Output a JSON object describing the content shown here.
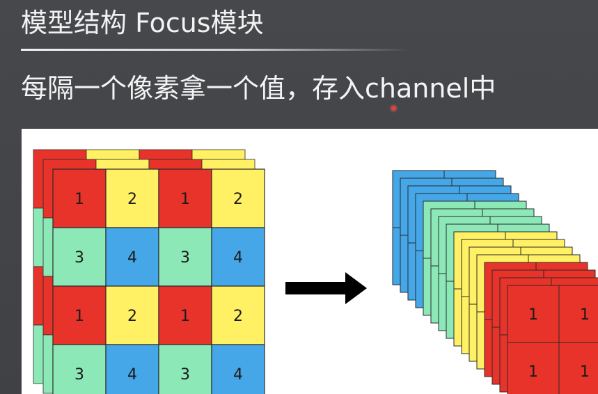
{
  "slide": {
    "title": "模型结构 Focus模块",
    "subtitle": "每隔一个像素拿一个值，存入channel中"
  },
  "colors": {
    "red": "#e8332a",
    "yellow": "#fff064",
    "green": "#8de8b8",
    "blue": "#46a7e8",
    "grid_line": "#2a2a2a",
    "arrow": "#000000"
  },
  "input_grid": {
    "rows": [
      [
        "1",
        "2",
        "1",
        "2"
      ],
      [
        "3",
        "4",
        "3",
        "4"
      ],
      [
        "1",
        "2",
        "1",
        "2"
      ],
      [
        "3",
        "4",
        "3",
        "4"
      ]
    ],
    "cell_colors": {
      "1": "red",
      "2": "yellow",
      "3": "green",
      "4": "blue"
    }
  },
  "output_stack": {
    "channels": [
      "blue",
      "green",
      "yellow",
      "red"
    ],
    "front_cells": [
      "1",
      "1",
      "1",
      "1"
    ]
  }
}
